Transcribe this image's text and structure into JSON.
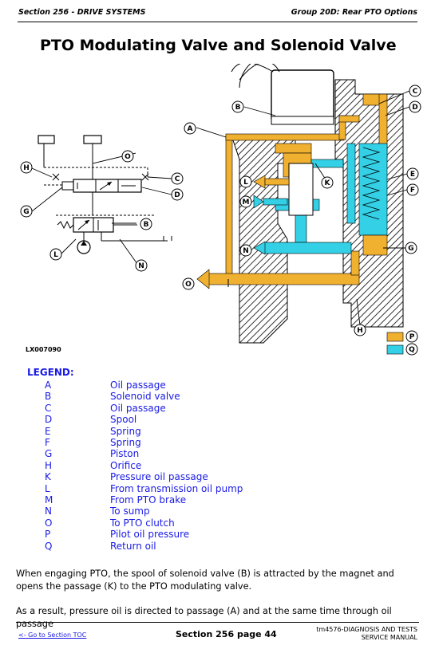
{
  "header": {
    "section": "Section 256 - DRIVE SYSTEMS",
    "group": "Group 20D: Rear PTO Options"
  },
  "title": "PTO Modulating Valve and Solenoid Valve",
  "figure": {
    "code": "LX007090",
    "callouts": [
      "A",
      "B",
      "C",
      "D",
      "E",
      "F",
      "G",
      "H",
      "K",
      "L",
      "M",
      "N",
      "O",
      "P",
      "Q"
    ],
    "colors": {
      "pressure_oil": "#f0b030",
      "return_oil": "#33d0e6",
      "housing_hatch": "#000000",
      "callout_text": "#000000"
    }
  },
  "legend": {
    "title": "LEGEND:",
    "items": [
      {
        "key": "A",
        "label": "Oil passage"
      },
      {
        "key": "B",
        "label": "Solenoid valve"
      },
      {
        "key": "C",
        "label": "Oil passage"
      },
      {
        "key": "D",
        "label": "Spool"
      },
      {
        "key": "E",
        "label": "Spring"
      },
      {
        "key": "F",
        "label": "Spring"
      },
      {
        "key": "G",
        "label": "Piston"
      },
      {
        "key": "H",
        "label": "Orifice"
      },
      {
        "key": "K",
        "label": "Pressure oil passage"
      },
      {
        "key": "L",
        "label": "From transmission oil pump"
      },
      {
        "key": "M",
        "label": "From PTO brake"
      },
      {
        "key": "N",
        "label": "To sump"
      },
      {
        "key": "O",
        "label": "To PTO clutch"
      },
      {
        "key": "P",
        "label": "Pilot oil pressure"
      },
      {
        "key": "Q",
        "label": "Return oil"
      }
    ]
  },
  "body": {
    "p1": "When engaging PTO, the spool of solenoid valve (B) is attracted by the magnet and opens the passage (K) to the PTO modulating valve.",
    "p2": "As a result, pressure oil is directed to passage (A) and at the same time through oil passage"
  },
  "footer": {
    "toc_link": "<- Go to Section TOC",
    "page": "Section 256 page 44",
    "manual_line1": "tm4576-DIAGNOSIS AND TESTS",
    "manual_line2": "SERVICE MANUAL"
  },
  "colors": {
    "legend_text": "#1a1ae6",
    "link": "#1a1ae6"
  }
}
